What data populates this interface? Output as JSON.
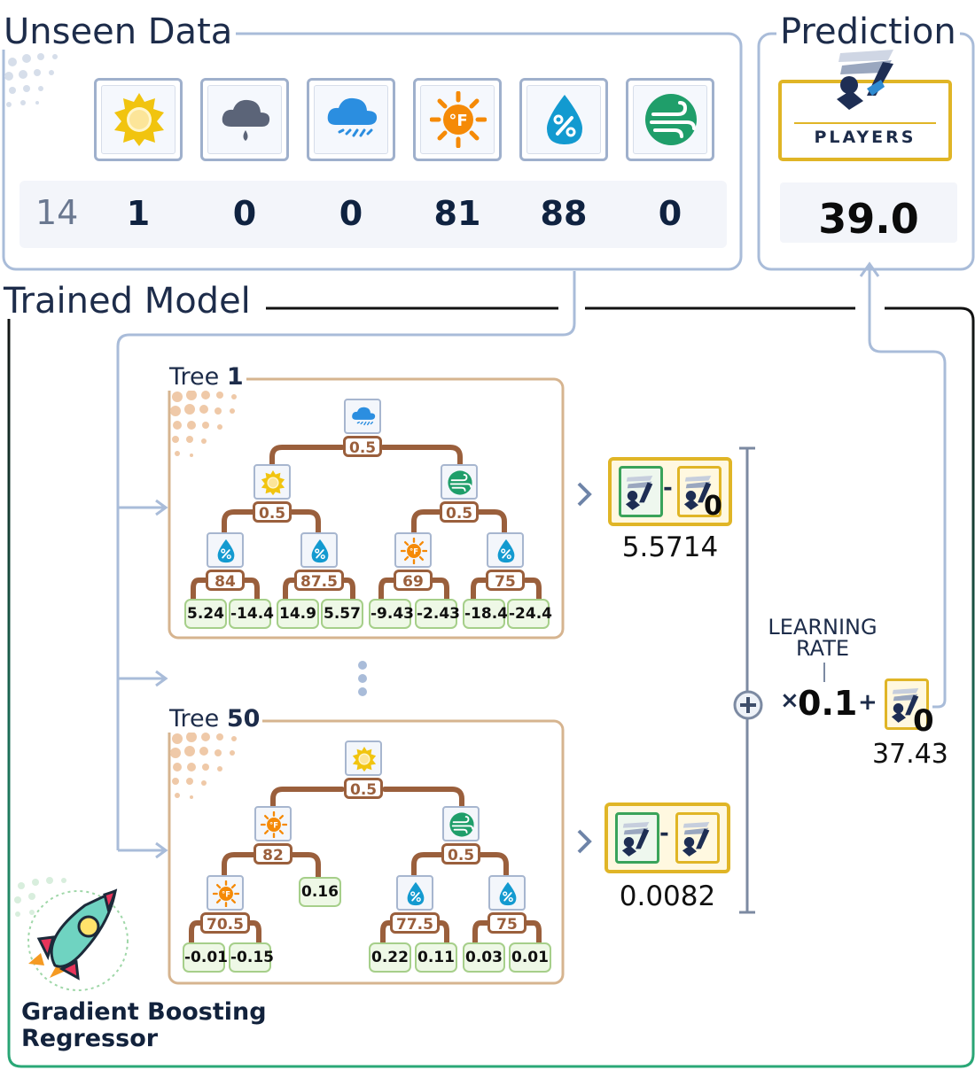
{
  "unseen_data": {
    "title": "Unseen Data",
    "row_index": "14",
    "features": [
      {
        "icon": "sun-icon",
        "value": "1"
      },
      {
        "icon": "rain-cloud-icon",
        "value": "0"
      },
      {
        "icon": "snow-cloud-icon",
        "value": "0"
      },
      {
        "icon": "temperature-fahrenheit-icon",
        "value": "81"
      },
      {
        "icon": "humidity-percent-icon",
        "value": "88"
      },
      {
        "icon": "wind-icon",
        "value": "0"
      }
    ]
  },
  "prediction": {
    "title": "Prediction",
    "card_label": "PLAYERS",
    "value": "39.0"
  },
  "model": {
    "title": "Trained Model",
    "badge": "Gradient Boosting Regressor",
    "trees": [
      {
        "label": "Tree",
        "number": "1",
        "root": {
          "icon": "snow-cloud-icon",
          "threshold": "0.5"
        },
        "level1": [
          {
            "icon": "sun-icon",
            "threshold": "0.5"
          },
          {
            "icon": "wind-icon",
            "threshold": "0.5"
          }
        ],
        "level2": [
          {
            "icon": "humidity-percent-icon",
            "threshold": "84"
          },
          {
            "icon": "humidity-percent-icon",
            "threshold": "87.5"
          },
          {
            "icon": "temperature-fahrenheit-icon",
            "threshold": "69"
          },
          {
            "icon": "humidity-percent-icon",
            "threshold": "75"
          }
        ],
        "leaves": [
          "5.24",
          "-14.4",
          "14.9",
          "5.57",
          "-9.43",
          "-2.43",
          "-18.4",
          "-24.4"
        ],
        "output": "5.5714",
        "output_suffix": "0"
      },
      {
        "label": "Tree",
        "number": "50",
        "root": {
          "icon": "sun-icon",
          "threshold": "0.5"
        },
        "level1": [
          {
            "icon": "temperature-fahrenheit-icon",
            "threshold": "82"
          },
          {
            "icon": "wind-icon",
            "threshold": "0.5"
          }
        ],
        "level2": [
          {
            "icon": "temperature-fahrenheit-icon",
            "threshold": "70.5"
          },
          {
            "icon": "humidity-percent-icon",
            "threshold": "77.5"
          },
          {
            "icon": "humidity-percent-icon",
            "threshold": "75"
          }
        ],
        "leaf_direct": "0.16",
        "leaves": [
          "-0.01",
          "-0.15",
          "0.22",
          "0.11",
          "0.03",
          "0.01"
        ],
        "output": "0.0082"
      }
    ],
    "ellipsis": "⋮",
    "learning_rate": {
      "label_line1": "LEARNING",
      "label_line2": "RATE",
      "times": "×",
      "value": "0.1",
      "plus": "+",
      "base_suffix": "0",
      "base_value": "37.43"
    }
  },
  "colors": {
    "blue_connector": "#a9bcd9",
    "black_frame": "#111111",
    "green_frame": "#2aa877",
    "threshold_brown": "#9a5f3c",
    "leaf_green": "#a6cf8a",
    "gold": "#e0b526"
  }
}
